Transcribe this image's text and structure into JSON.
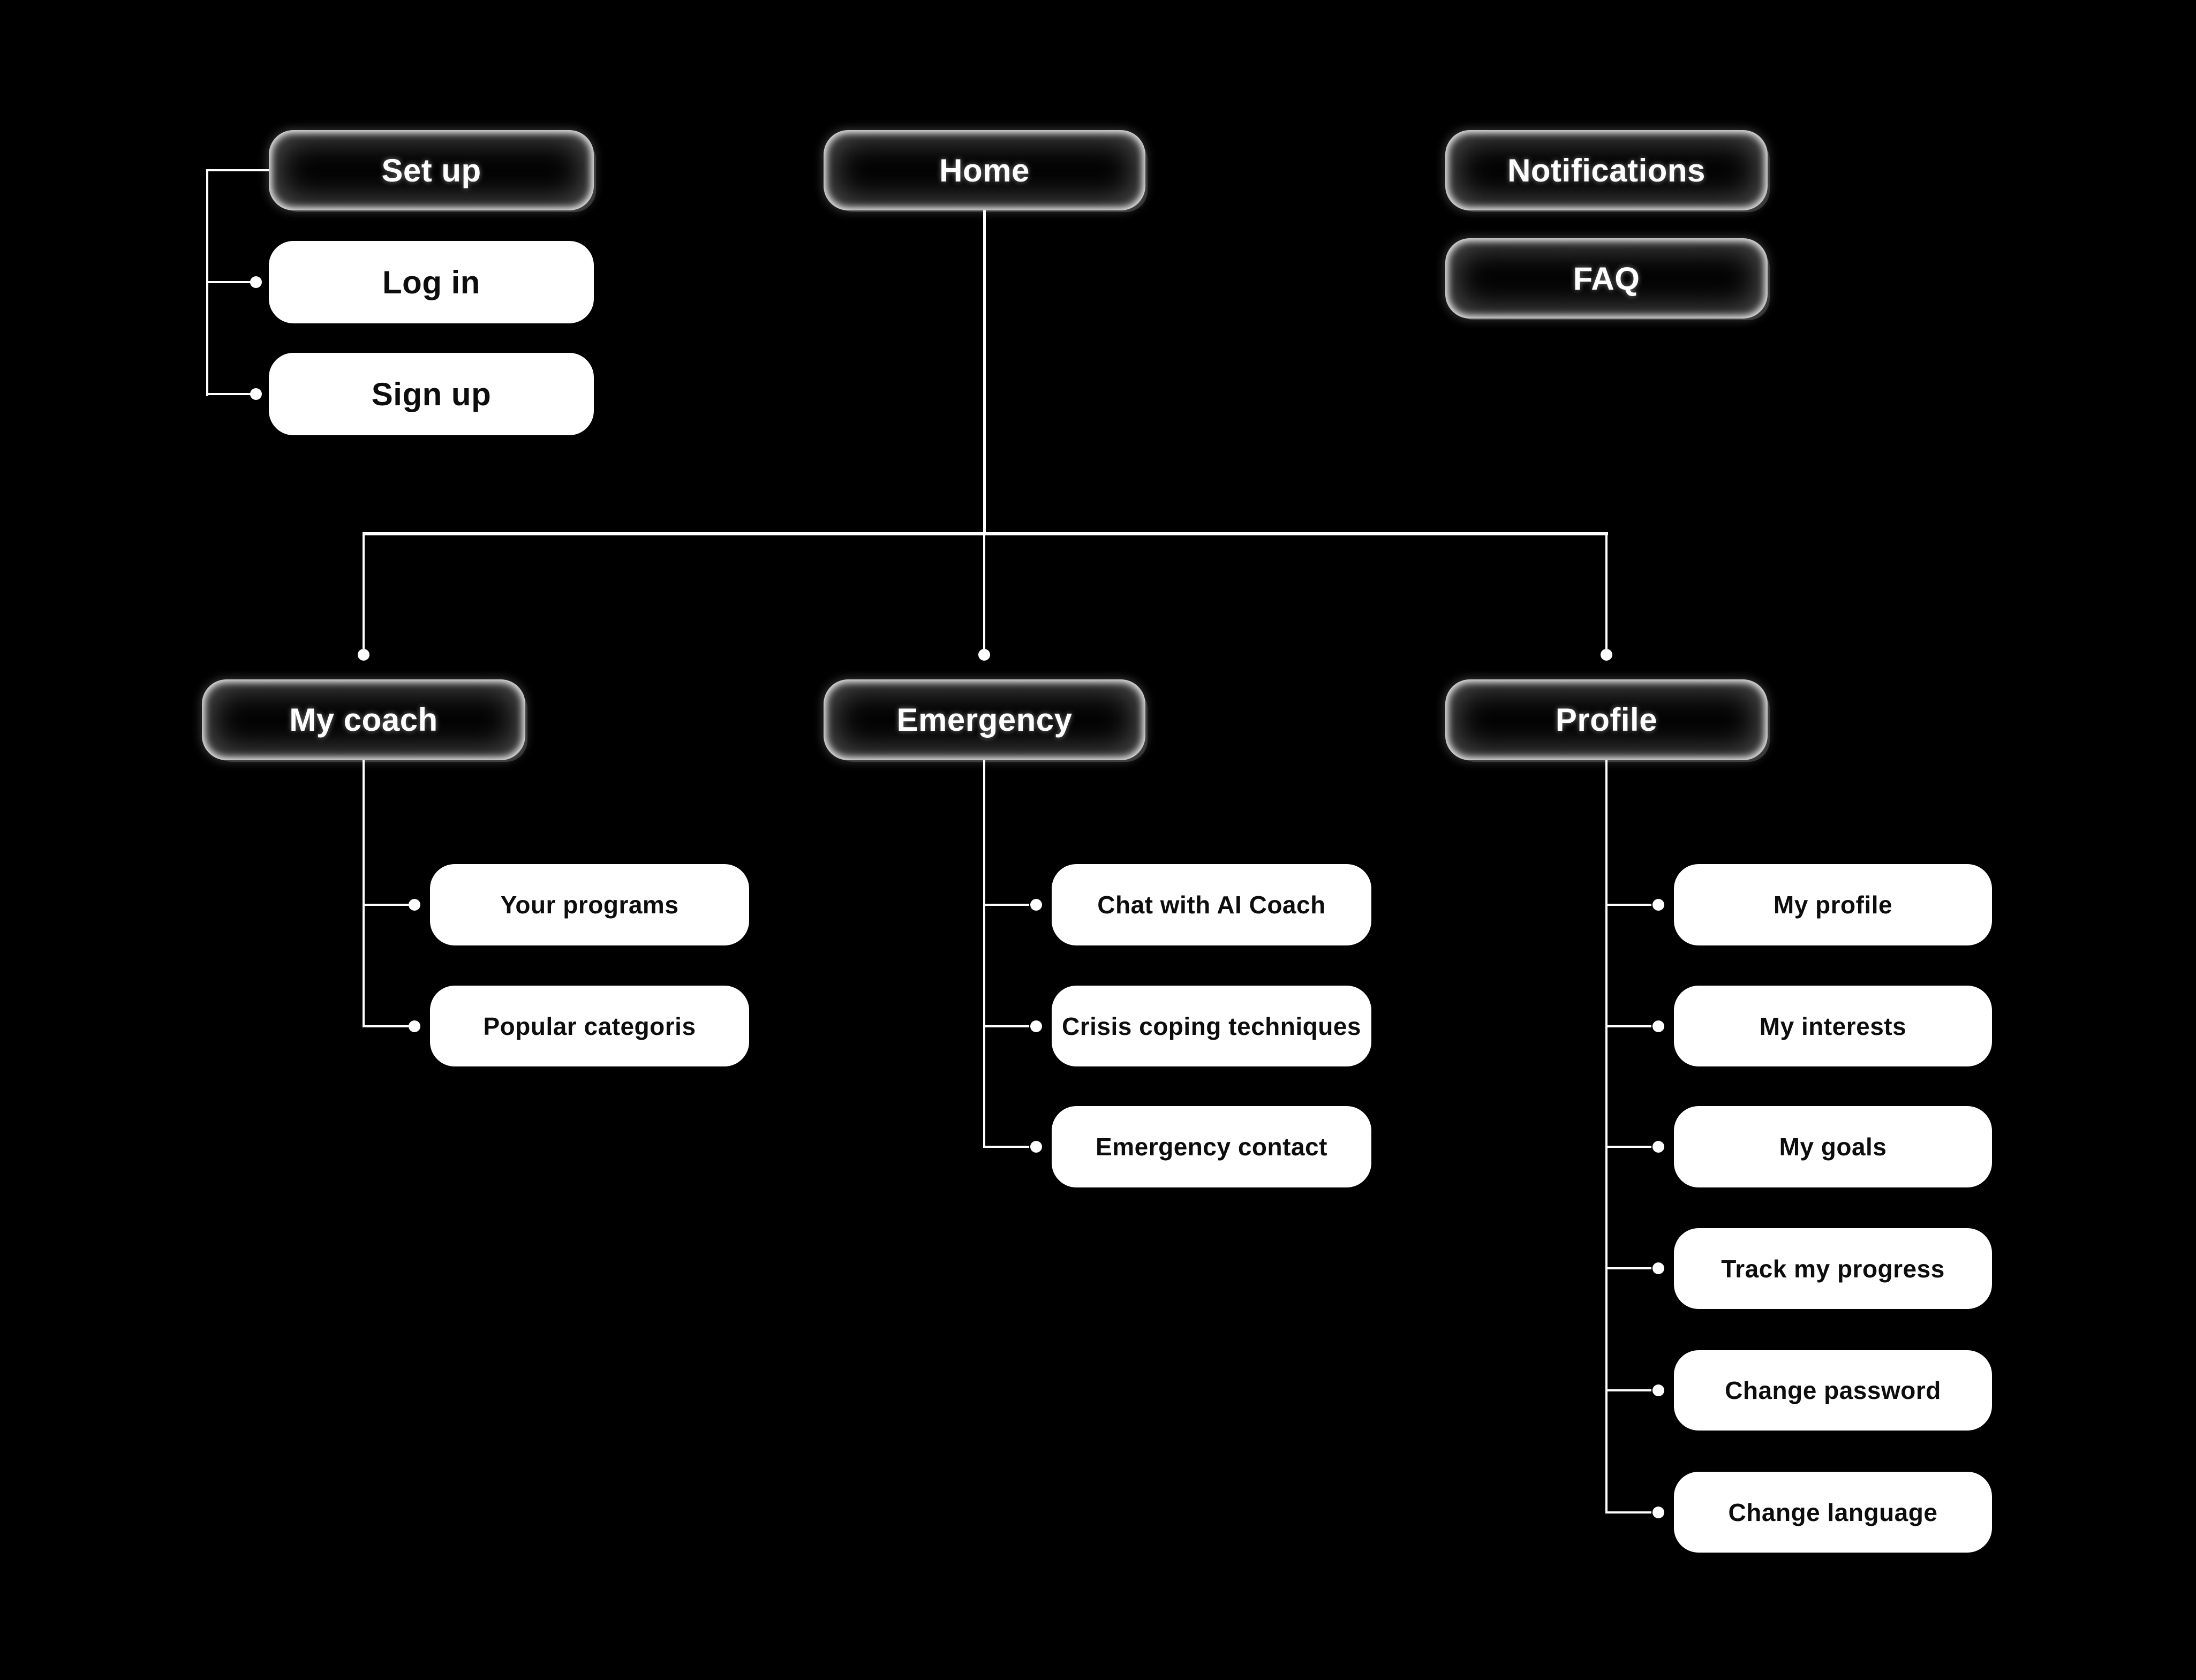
{
  "colors": {
    "background": "#000000",
    "connector": "#ffffff",
    "node_dark_bg": "#000000",
    "node_dark_text": "#ffffff",
    "node_light_bg": "#ffffff",
    "node_light_text": "#0d0d0d"
  },
  "nodes": {
    "set_up": {
      "label": "Set up",
      "variant": "dark"
    },
    "log_in": {
      "label": "Log in",
      "variant": "light"
    },
    "sign_up": {
      "label": "Sign up",
      "variant": "light"
    },
    "home": {
      "label": "Home",
      "variant": "dark"
    },
    "notifications": {
      "label": "Notifications",
      "variant": "dark"
    },
    "faq": {
      "label": "FAQ",
      "variant": "dark"
    },
    "my_coach": {
      "label": "My coach",
      "variant": "dark"
    },
    "emergency": {
      "label": "Emergency",
      "variant": "dark"
    },
    "profile": {
      "label": "Profile",
      "variant": "dark"
    },
    "your_programs": {
      "label": "Your programs",
      "variant": "light"
    },
    "popular_categoris": {
      "label": "Popular categoris",
      "variant": "light"
    },
    "chat_with_ai_coach": {
      "label": "Chat with AI Coach",
      "variant": "light"
    },
    "crisis_coping_techniques": {
      "label": "Crisis coping techniques",
      "variant": "light"
    },
    "emergency_contact": {
      "label": "Emergency contact",
      "variant": "light"
    },
    "my_profile": {
      "label": "My profile",
      "variant": "light"
    },
    "my_interests": {
      "label": "My interests",
      "variant": "light"
    },
    "my_goals": {
      "label": "My goals",
      "variant": "light"
    },
    "track_my_progress": {
      "label": "Track my progress",
      "variant": "light"
    },
    "change_password": {
      "label": "Change password",
      "variant": "light"
    },
    "change_language": {
      "label": "Change language",
      "variant": "light"
    }
  }
}
